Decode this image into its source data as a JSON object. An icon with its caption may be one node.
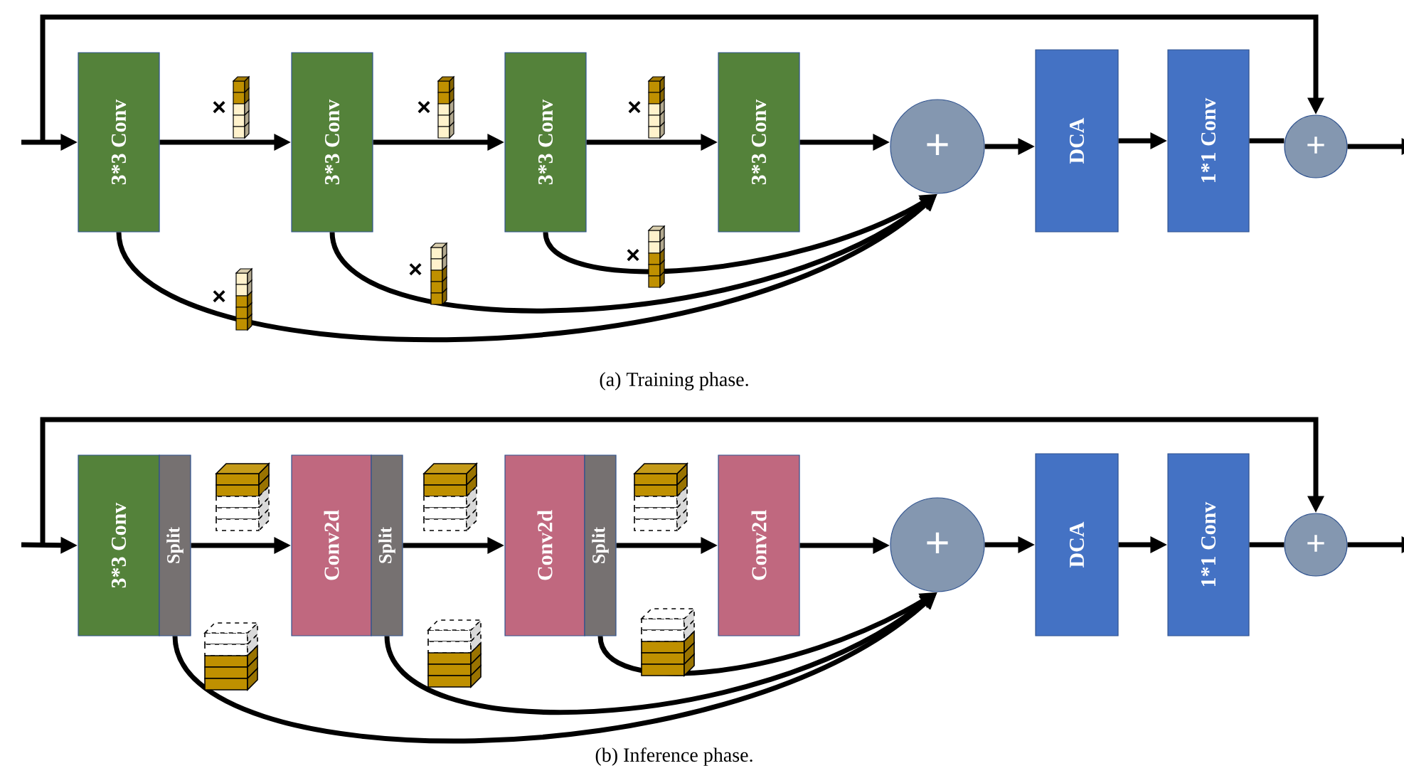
{
  "diagram": {
    "nodes": [
      {
        "text": [
          "3*3 Conv"
        ]
      },
      {
        "text": [
          "3*3 Conv"
        ]
      },
      {
        "text": [
          "3*3 Conv"
        ]
      },
      {
        "text": [
          "3*3 Conv"
        ]
      },
      {
        "text": [
          "+"
        ]
      },
      {
        "text": [
          "DCA"
        ]
      },
      {
        "text": [
          "1*1 Conv"
        ]
      },
      {
        "text": [
          "+"
        ]
      },
      {
        "text": [
          "3*3 Conv"
        ]
      },
      {
        "text": [
          "Split"
        ]
      },
      {
        "text": [
          "Conv2d"
        ]
      },
      {
        "text": [
          "Split"
        ]
      },
      {
        "text": [
          "Conv2d"
        ]
      },
      {
        "text": [
          "Split"
        ]
      },
      {
        "text": [
          "Conv2d"
        ]
      },
      {
        "text": [
          "+"
        ]
      },
      {
        "text": [
          "DCA"
        ]
      },
      {
        "text": [
          "1*1 Conv"
        ]
      },
      {
        "text": [
          "+"
        ]
      }
    ],
    "edges": [
      {
        "from": null,
        "to": 0,
        "arrow": "to"
      },
      {
        "from": 0,
        "to": 1,
        "arrow": "to"
      },
      {
        "from": 1,
        "to": 2,
        "arrow": "to"
      },
      {
        "from": 2,
        "to": 3,
        "arrow": "to"
      },
      {
        "from": 3,
        "to": 4,
        "arrow": "to"
      },
      {
        "from": 4,
        "to": 5,
        "arrow": "to"
      },
      {
        "from": 5,
        "to": 6,
        "arrow": "to"
      },
      {
        "from": 6,
        "to": 7,
        "arrow": "none"
      },
      {
        "from": 7,
        "to": null,
        "arrow": "to"
      },
      {
        "from": null,
        "to": 7,
        "arrow": "to"
      },
      {
        "from": 0,
        "to": 4,
        "arrow": "to"
      },
      {
        "from": 1,
        "to": 4,
        "arrow": "to"
      },
      {
        "from": 2,
        "to": 4,
        "arrow": "to"
      },
      {
        "from": null,
        "to": 8,
        "arrow": "to"
      },
      {
        "from": 9,
        "to": 10,
        "arrow": "to"
      },
      {
        "from": 11,
        "to": 12,
        "arrow": "to"
      },
      {
        "from": 13,
        "to": 14,
        "arrow": "to"
      },
      {
        "from": 14,
        "to": 15,
        "arrow": "to"
      },
      {
        "from": 15,
        "to": 16,
        "arrow": "to"
      },
      {
        "from": 16,
        "to": 17,
        "arrow": "to"
      },
      {
        "from": 17,
        "to": 18,
        "arrow": "none"
      },
      {
        "from": 18,
        "to": null,
        "arrow": "to"
      },
      {
        "from": null,
        "to": 18,
        "arrow": "to"
      },
      {
        "from": 9,
        "to": 15,
        "arrow": "to"
      },
      {
        "from": 11,
        "to": 15,
        "arrow": "to"
      },
      {
        "from": 13,
        "to": 15,
        "arrow": "to"
      }
    ],
    "labels": [
      "×",
      "×",
      "×",
      "×",
      "×",
      "×",
      "(a) Training phase.",
      "(b) Inference phase."
    ]
  }
}
